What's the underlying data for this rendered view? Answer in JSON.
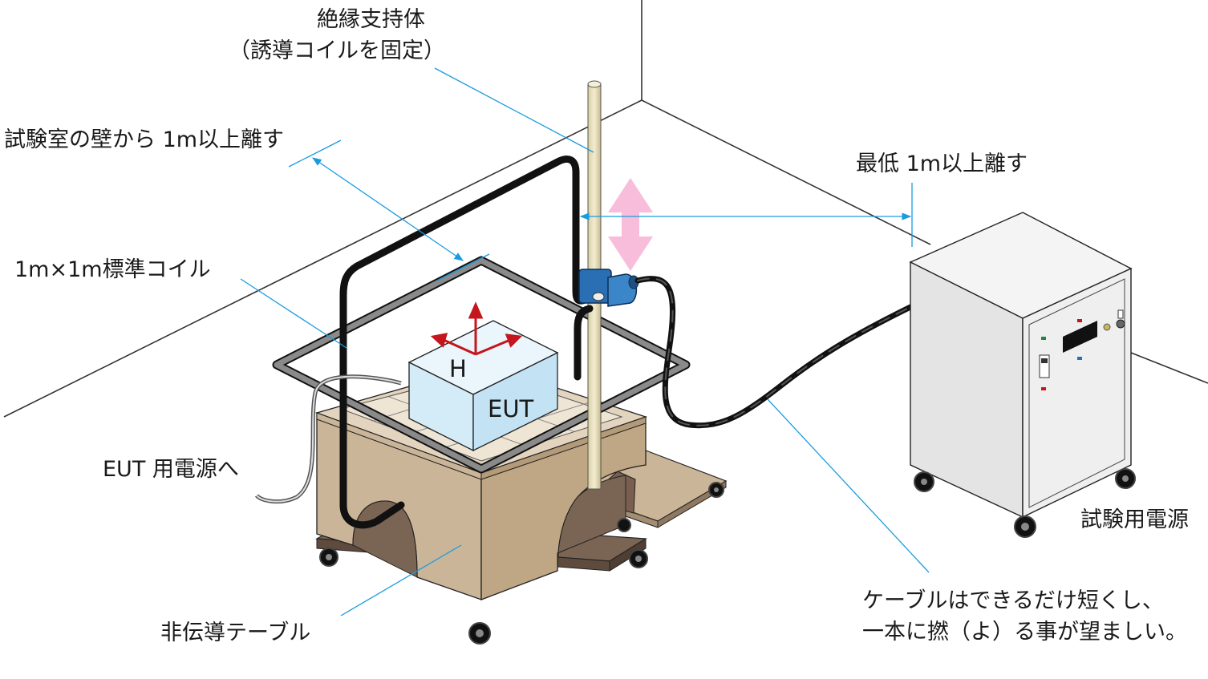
{
  "labels": {
    "support_line1": "絶縁支持体",
    "support_line2": "（誘導コイルを固定）",
    "wall_distance": "試験室の壁から 1m以上離す",
    "min_distance": "最低 1m以上離す",
    "standard_coil": "1m×1m標準コイル",
    "field_symbol": "H",
    "eut": "EUT",
    "eut_power": "EUT 用電源へ",
    "table": "非伝導テーブル",
    "test_power": "試験用電源",
    "cable_note_line1": "ケーブルはできるだけ短くし、",
    "cable_note_line2": "一本に撚（よ）る事が望ましい。"
  },
  "colors": {
    "leader_line": "#1a9be0",
    "field_arrow": "#c4161c",
    "move_arrow": "#f7b6d6",
    "clamp": "#2a6fb4",
    "eut_box": "#d4ebf8",
    "table_wood": "#cbb598",
    "table_dark": "#7a6453",
    "cabinet": "#eeeeee",
    "coil_black": "#111111",
    "coil_grey": "#7b7b7b"
  }
}
